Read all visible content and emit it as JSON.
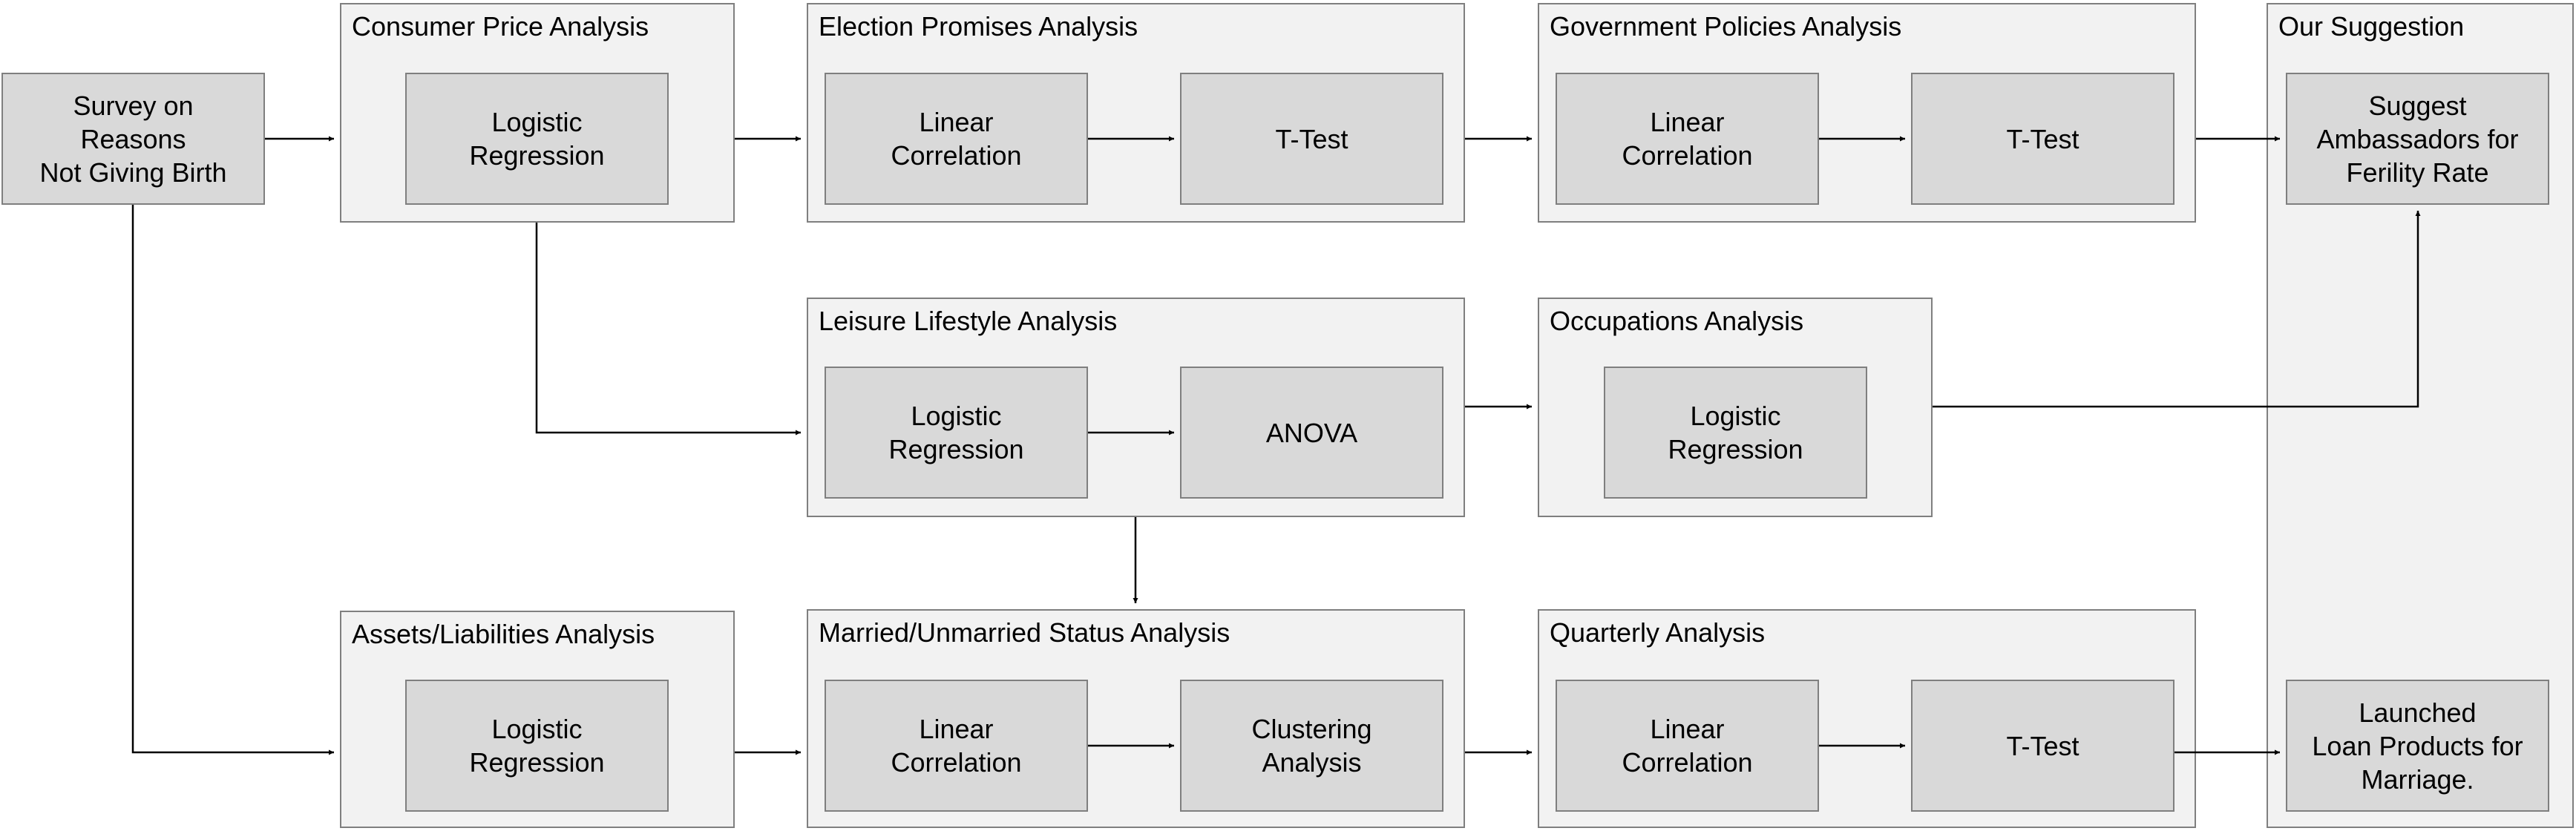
{
  "groups": {
    "consumer": "Consumer Price Analysis",
    "election": "Election Promises Analysis",
    "government": "Government Policies Analysis",
    "suggestion": "Our Suggestion",
    "leisure": "Leisure Lifestyle Analysis",
    "occupations": "Occupations Analysis",
    "assets": "Assets/Liabilities Analysis",
    "married": "Married/Unmarried Status Analysis",
    "quarterly": "Quarterly Analysis"
  },
  "nodes": {
    "survey": "Survey  on\nReasons\nNot Giving Birth",
    "consumer_logistic": "Logistic\nRegression",
    "election_linear": "Linear\nCorrelation",
    "election_ttest": "T-Test",
    "government_linear": "Linear\nCorrelation",
    "government_ttest": "T-Test",
    "suggest_ambassadors": "Suggest\nAmbassadors for\nFerility Rate",
    "leisure_logistic": "Logistic\nRegression",
    "leisure_anova": "ANOVA",
    "occupations_logistic": "Logistic\nRegression",
    "assets_logistic": "Logistic\nRegression",
    "married_linear": "Linear\nCorrelation",
    "married_clustering": "Clustering\nAnalysis",
    "quarterly_linear": "Linear\nCorrelation",
    "quarterly_ttest": "T-Test",
    "launched_loans": "Launched\nLoan Products for\nMarriage."
  }
}
